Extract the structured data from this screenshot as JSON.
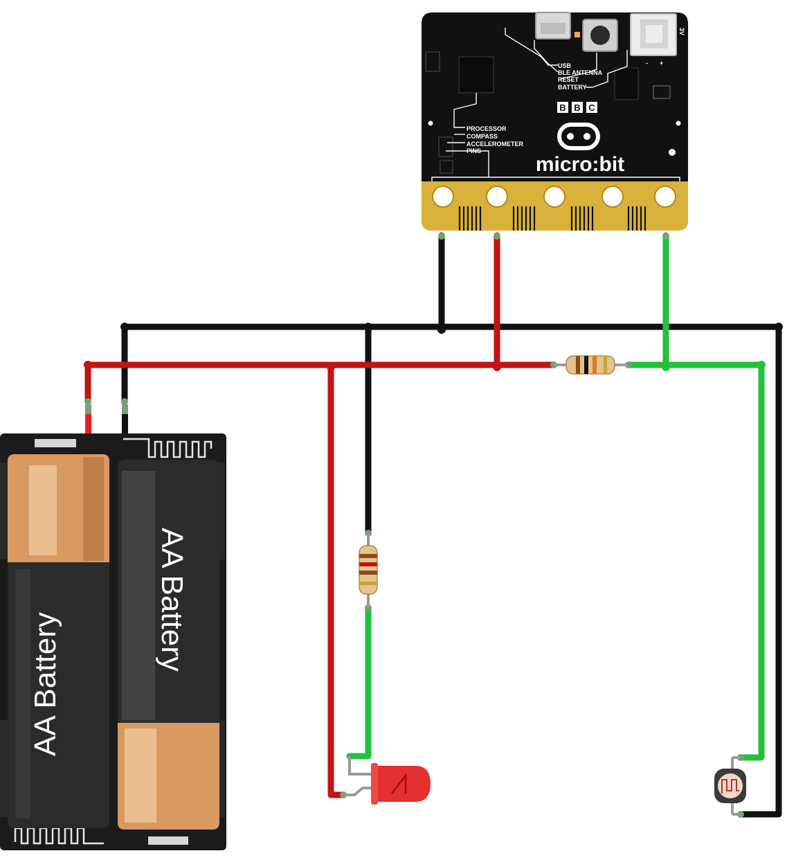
{
  "microbit": {
    "labels": {
      "usb": "USB",
      "ble": "BLE ANTENNA",
      "reset": "RESET",
      "battery": "BATTERY",
      "processor": "PROCESSOR",
      "compass": "COMPASS",
      "accelerometer": "ACCELEROMETER",
      "pins": "PINS",
      "voltage": "3V",
      "minus": "-",
      "plus": "+",
      "brand_b1": "B",
      "brand_b2": "B",
      "brand_c": "C",
      "wordmark": "micro:bit"
    }
  },
  "battery_pack": {
    "left_cell_label": "AA Battery",
    "right_cell_label": "AA Battery"
  },
  "colors": {
    "wire_ground": "#111111",
    "wire_power": "#c21414",
    "wire_signal": "#22c23a",
    "board": "#111111",
    "gold_edge": "#d9b13b",
    "battery_copper": "#d99a62",
    "led": "#e53030"
  }
}
